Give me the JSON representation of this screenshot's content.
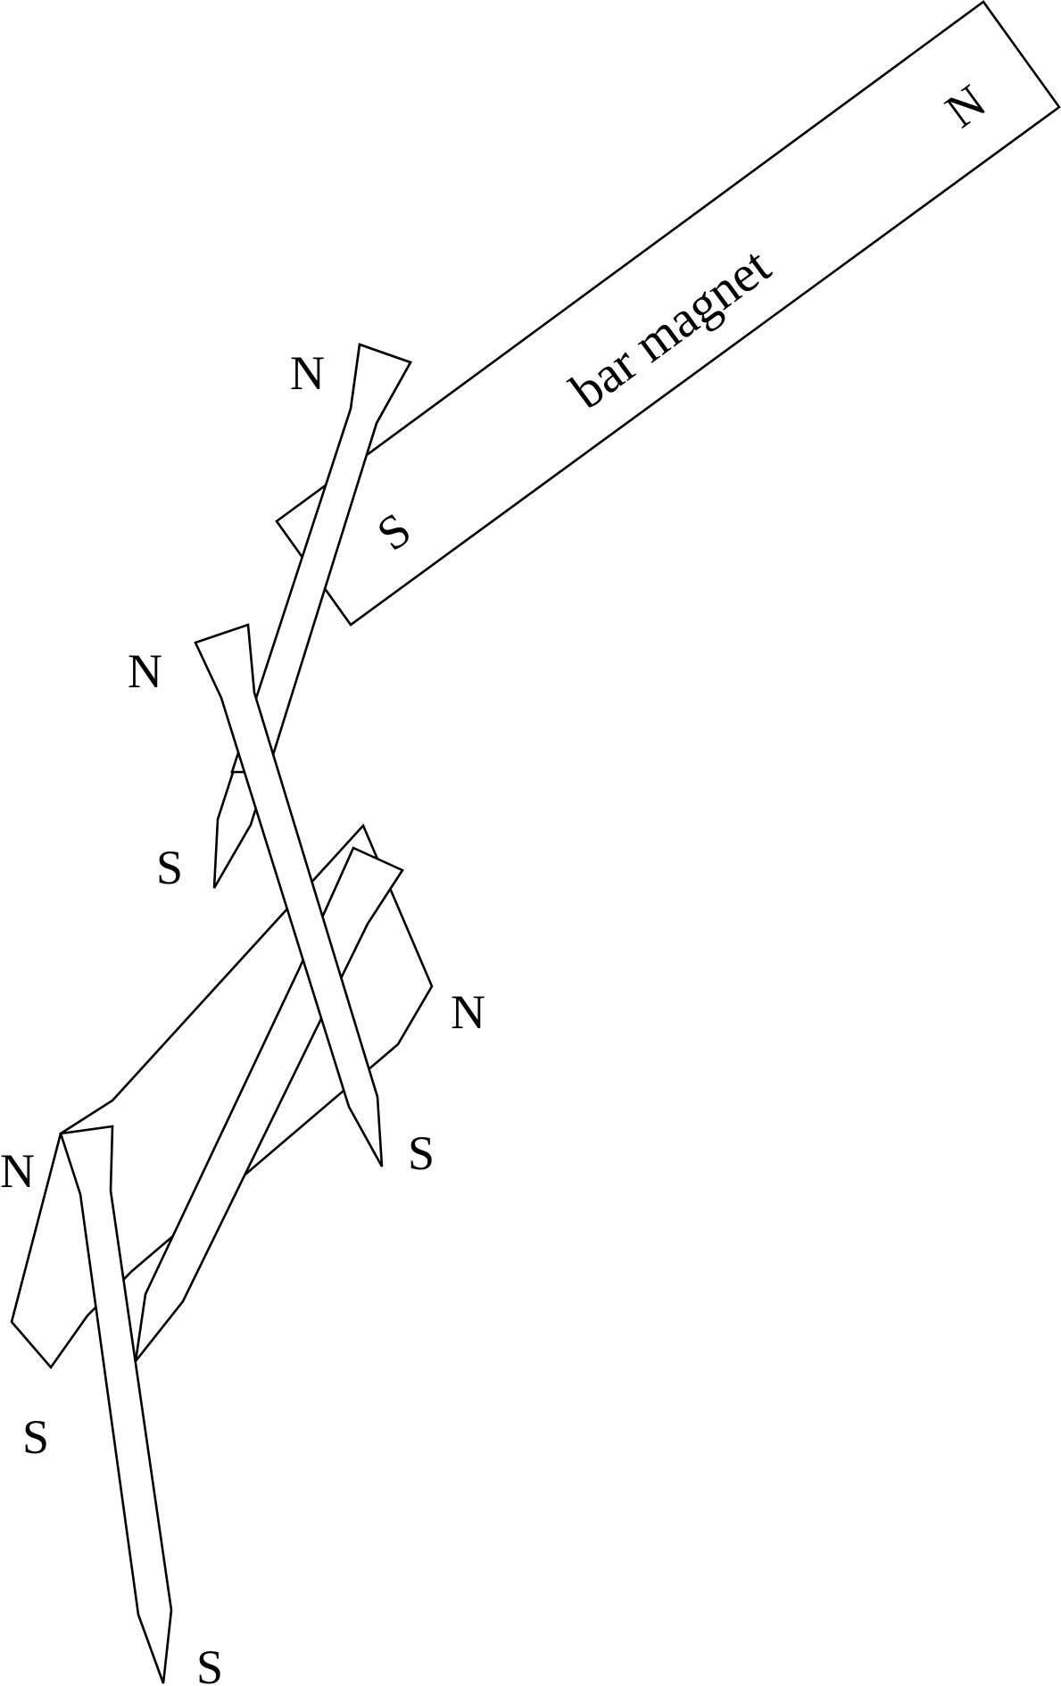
{
  "bar_magnet": {
    "label": "bar magnet",
    "north_label": "N",
    "south_label": "S"
  },
  "nails": [
    {
      "head_label": "N",
      "tip_label": "S"
    },
    {
      "head_label": "N",
      "tip_label": "S"
    },
    {
      "head_label": "N",
      "tip_label": "S"
    },
    {
      "head_label": "N",
      "tip_label": "S"
    }
  ],
  "colors": {
    "stroke": "#000000",
    "fill": "#ffffff"
  }
}
